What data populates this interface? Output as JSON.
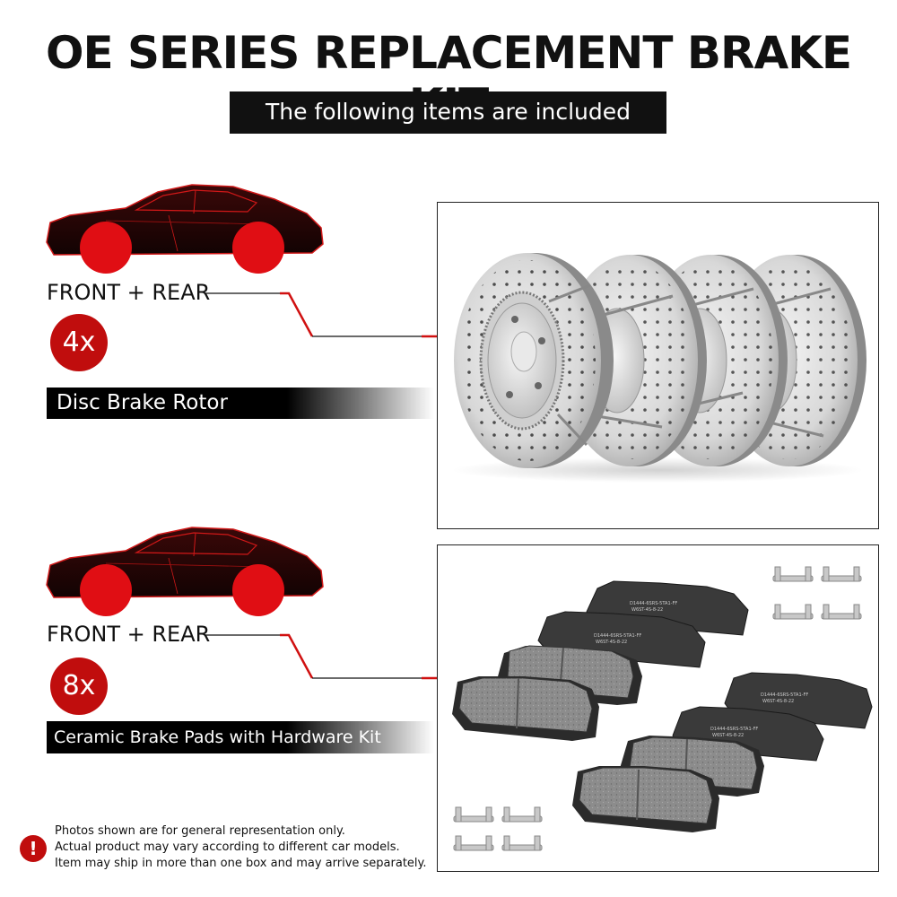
{
  "header": {
    "title": "OE SERIES REPLACEMENT BRAKE KIT",
    "subtitle": "The following items are included"
  },
  "items": [
    {
      "position_label": "FRONT + REAR",
      "quantity": "4x",
      "name": "Disc Brake Rotor",
      "image_icon": "disc-brake-rotors-image"
    },
    {
      "position_label": "FRONT + REAR",
      "quantity": "8x",
      "name": "Ceramic Brake Pads with Hardware Kit",
      "image_icon": "brake-pads-hardware-image"
    }
  ],
  "pad_print": {
    "code_line1": "D1444-6SRS-5TA1-FF",
    "code_line2": "W6ST-4S-8-22"
  },
  "disclaimer": {
    "icon": "exclamation-icon",
    "lines": [
      "Photos shown are for general representation only.",
      "Actual product may vary according to different car models.",
      "Item may ship in more than one box and may arrive separately."
    ]
  },
  "colors": {
    "accent": "#c00d0d",
    "dark": "#111111",
    "car_body": "#1e0606"
  }
}
